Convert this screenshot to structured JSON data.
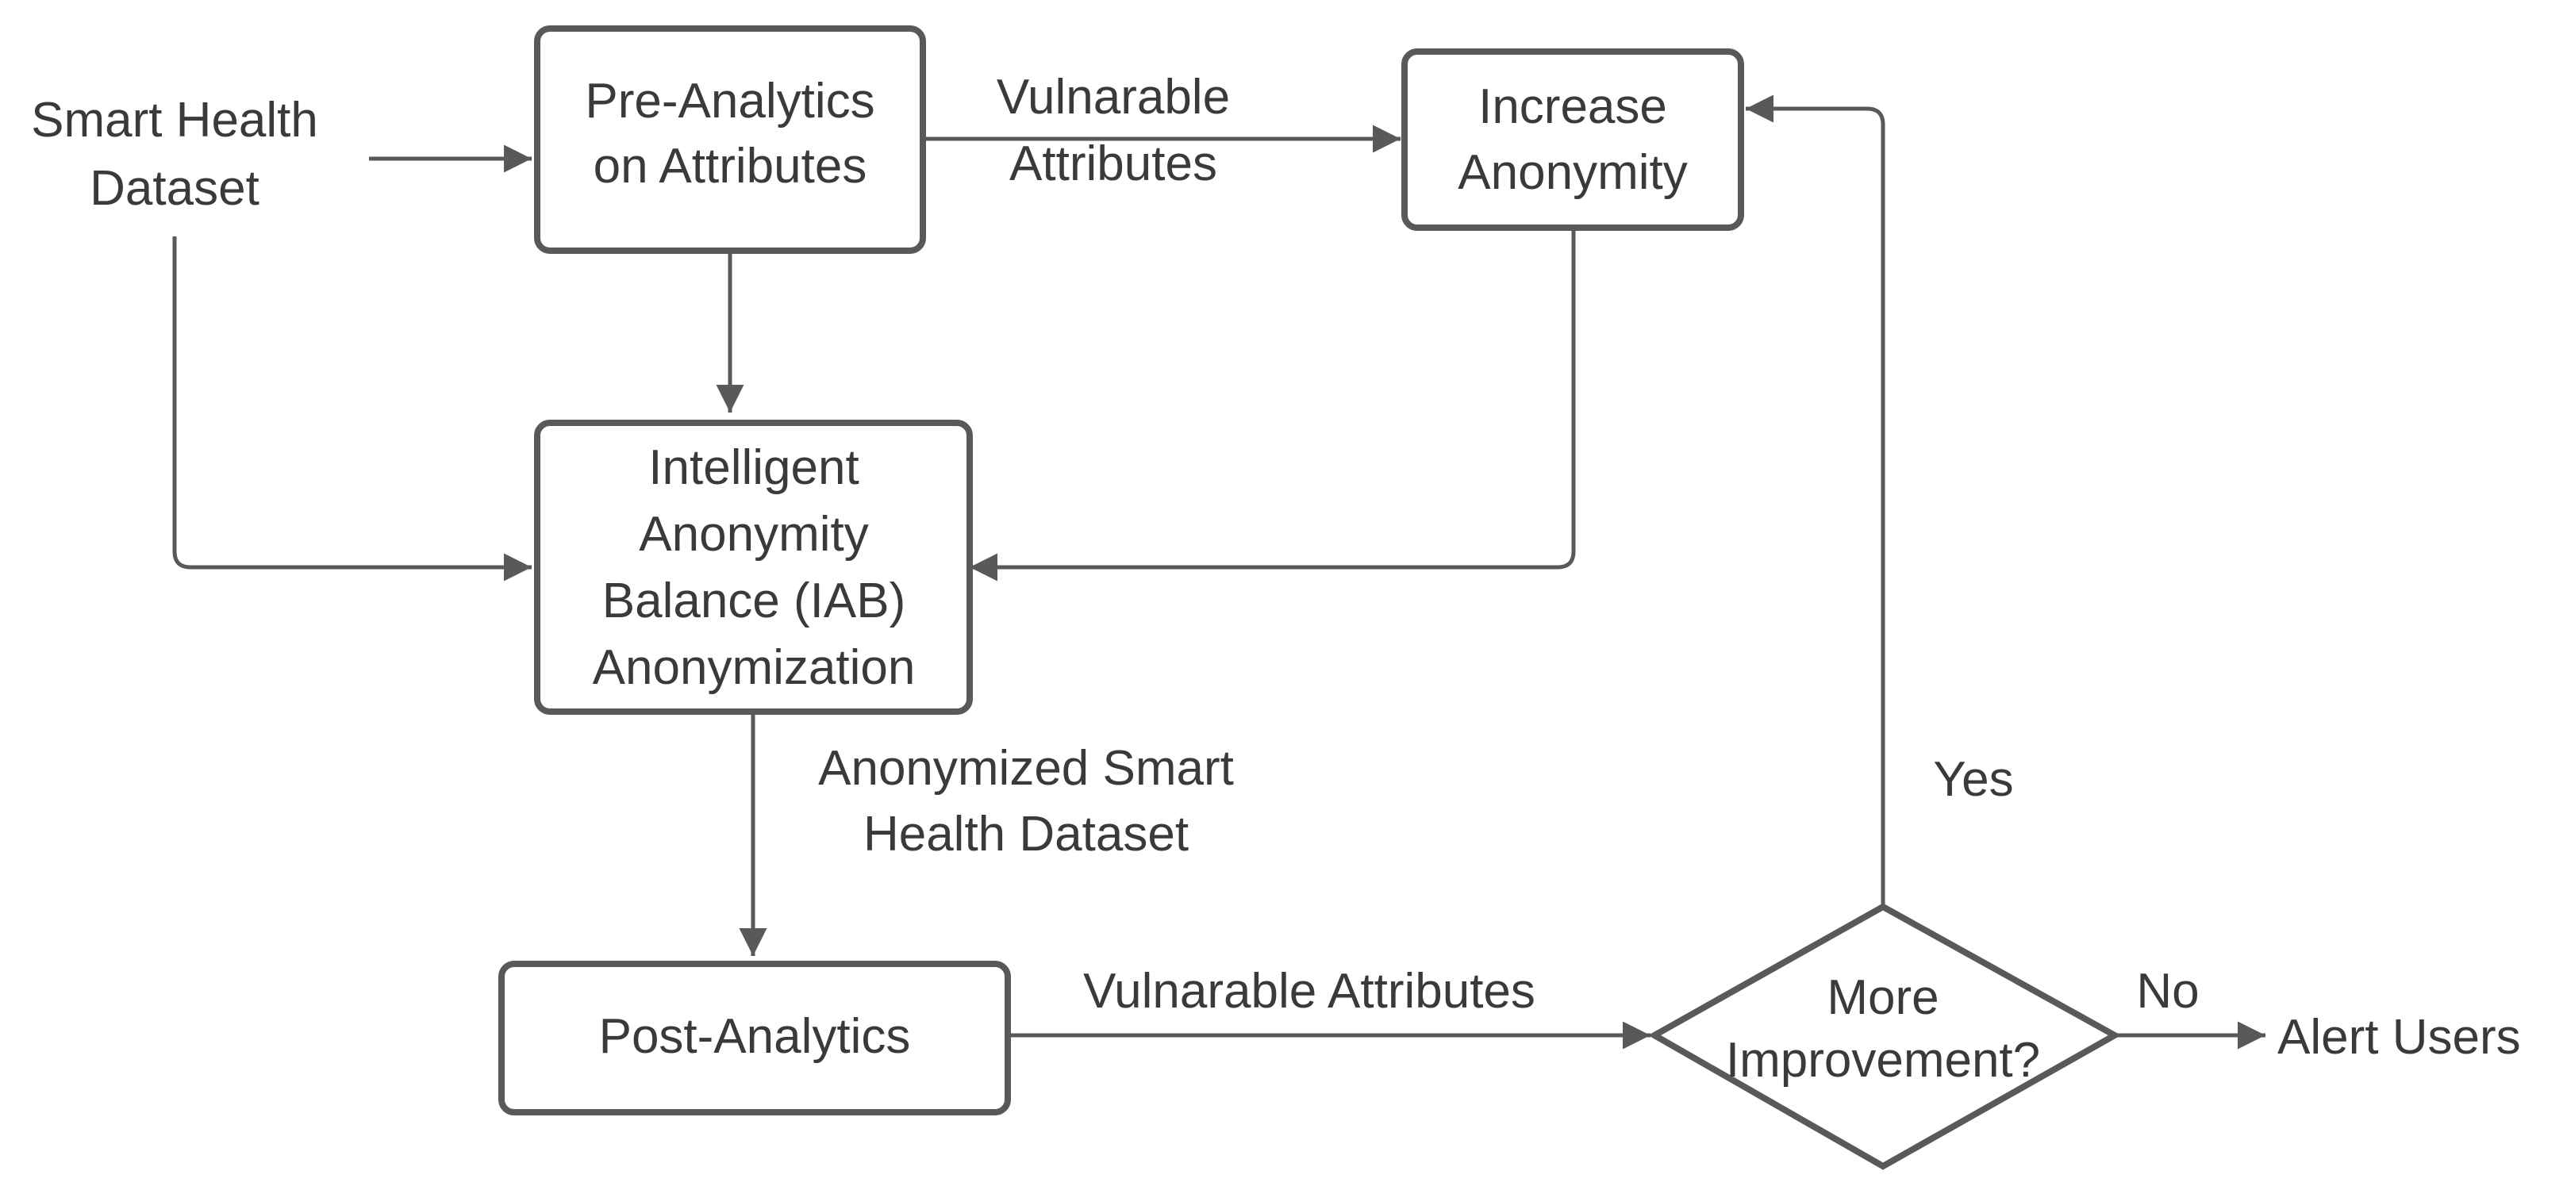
{
  "nodes": {
    "smart_health_dataset": {
      "line1": "Smart Health",
      "line2": "Dataset"
    },
    "pre_analytics": {
      "line1": "Pre-Analytics",
      "line2": "on Attributes"
    },
    "increase_anonymity": {
      "line1": "Increase",
      "line2": "Anonymity"
    },
    "iab": {
      "line1": "Intelligent",
      "line2": "Anonymity",
      "line3": "Balance (IAB)",
      "line4": "Anonymization"
    },
    "post_analytics": {
      "label": "Post-Analytics"
    },
    "decision": {
      "line1": "More",
      "line2": "Improvement?"
    },
    "alert_users": {
      "label": "Alert Users"
    }
  },
  "edges": {
    "vulnerable_top": {
      "line1": "Vulnarable",
      "line2": "Attributes"
    },
    "anonymized": {
      "line1": "Anonymized Smart",
      "line2": "Health Dataset"
    },
    "vulnerable_bottom": {
      "label": "Vulnarable Attributes"
    },
    "yes": {
      "label": "Yes"
    },
    "no": {
      "label": "No"
    }
  },
  "colors": {
    "stroke": "#595959",
    "text": "#3a3a3a",
    "background": "#ffffff"
  }
}
